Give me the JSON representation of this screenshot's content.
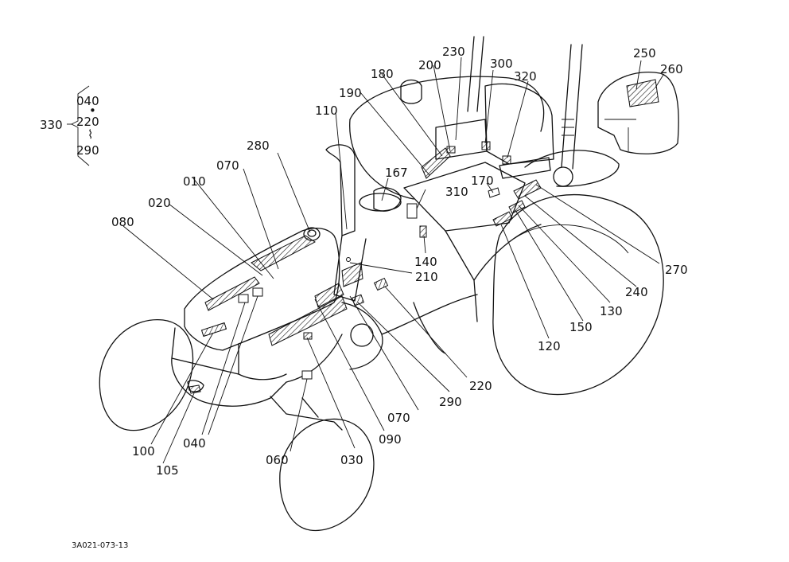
{
  "drawing_number": "3A021-073-13",
  "callouts": [
    {
      "id": "c010",
      "label": "010"
    },
    {
      "id": "c020",
      "label": "020"
    },
    {
      "id": "c030",
      "label": "030"
    },
    {
      "id": "c040a",
      "label": "040"
    },
    {
      "id": "c060",
      "label": "060"
    },
    {
      "id": "c070a",
      "label": "070"
    },
    {
      "id": "c070b",
      "label": "070"
    },
    {
      "id": "c080",
      "label": "080"
    },
    {
      "id": "c090",
      "label": "090"
    },
    {
      "id": "c100",
      "label": "100"
    },
    {
      "id": "c105",
      "label": "105"
    },
    {
      "id": "c110",
      "label": "110"
    },
    {
      "id": "c120",
      "label": "120"
    },
    {
      "id": "c130",
      "label": "130"
    },
    {
      "id": "c140",
      "label": "140"
    },
    {
      "id": "c150",
      "label": "150"
    },
    {
      "id": "c167",
      "label": "167"
    },
    {
      "id": "c170",
      "label": "170"
    },
    {
      "id": "c180",
      "label": "180"
    },
    {
      "id": "c190",
      "label": "190"
    },
    {
      "id": "c200",
      "label": "200"
    },
    {
      "id": "c210",
      "label": "210"
    },
    {
      "id": "c220a",
      "label": "220"
    },
    {
      "id": "c230",
      "label": "230"
    },
    {
      "id": "c240",
      "label": "240"
    },
    {
      "id": "c250",
      "label": "250"
    },
    {
      "id": "c260",
      "label": "260"
    },
    {
      "id": "c270",
      "label": "270"
    },
    {
      "id": "c280",
      "label": "280"
    },
    {
      "id": "c290a",
      "label": "290"
    },
    {
      "id": "c300",
      "label": "300"
    },
    {
      "id": "c310",
      "label": "310"
    },
    {
      "id": "c320",
      "label": "320"
    }
  ],
  "set_group": {
    "label": "330",
    "items": [
      "040",
      "220",
      "290"
    ],
    "separator_1": "•",
    "separator_2": "⌇"
  }
}
